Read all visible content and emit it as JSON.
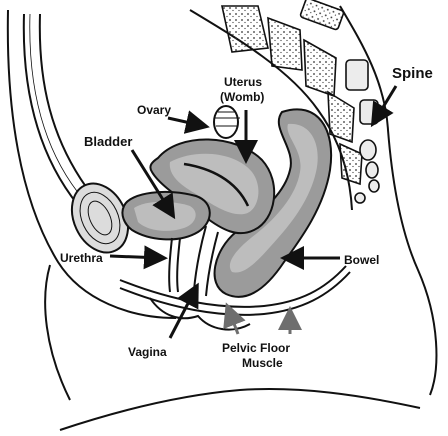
{
  "labels": {
    "spine": "Spine",
    "uterus_line1": "Uterus",
    "uterus_line2": "(Womb)",
    "ovary": "Ovary",
    "bladder": "Bladder",
    "urethra": "Urethra",
    "bowel": "Bowel",
    "vagina": "Vagina",
    "pelvic_line1": "Pelvic Floor",
    "pelvic_line2": "Muscle"
  },
  "colors": {
    "outline": "#111111",
    "organ_fill": "#9b9b9b",
    "organ_inner": "#bdbdbd",
    "vertebra_fill": "#ececec",
    "label_text": "#111111",
    "pelvic_arrow": "#6e6e6e"
  }
}
